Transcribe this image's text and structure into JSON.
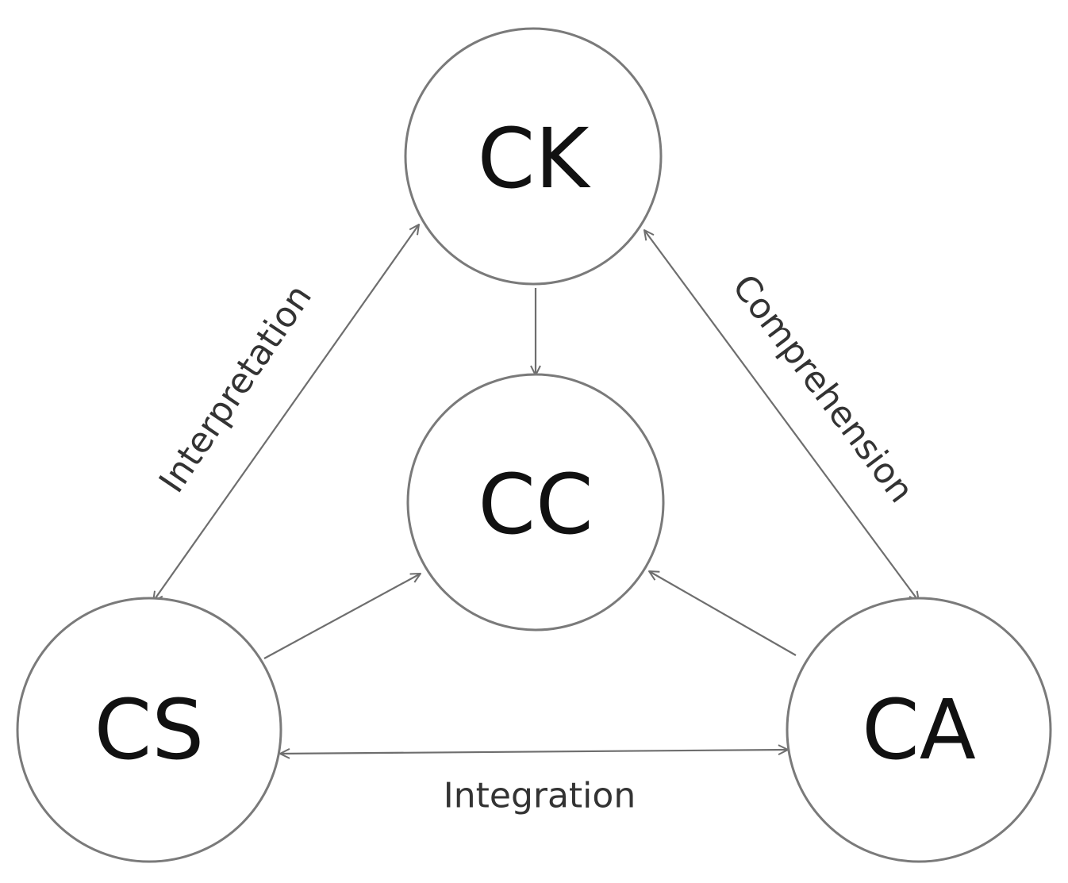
{
  "nodes": {
    "ck": {
      "label": "CK"
    },
    "cc": {
      "label": "CC"
    },
    "cs": {
      "label": "CS"
    },
    "ca": {
      "label": "CA"
    }
  },
  "edges": {
    "interpretation": {
      "label": "Interpretation",
      "from": "CS",
      "to": "CK",
      "direction": "bidirectional"
    },
    "comprehension": {
      "label": "Comprehension",
      "from": "CK",
      "to": "CA",
      "direction": "bidirectional"
    },
    "integration": {
      "label": "Integration",
      "from": "CS",
      "to": "CA",
      "direction": "bidirectional"
    },
    "ck_to_cc": {
      "from": "CK",
      "to": "CC",
      "direction": "forward"
    },
    "cs_to_cc": {
      "from": "CS",
      "to": "CC",
      "direction": "forward"
    },
    "ca_to_cc": {
      "from": "CA",
      "to": "CC",
      "direction": "forward"
    }
  },
  "colors": {
    "circle_stroke": "#7a7a7a",
    "line": "#6e6e6e",
    "text": "#111111",
    "edge_text": "#333333",
    "background": "#ffffff"
  }
}
